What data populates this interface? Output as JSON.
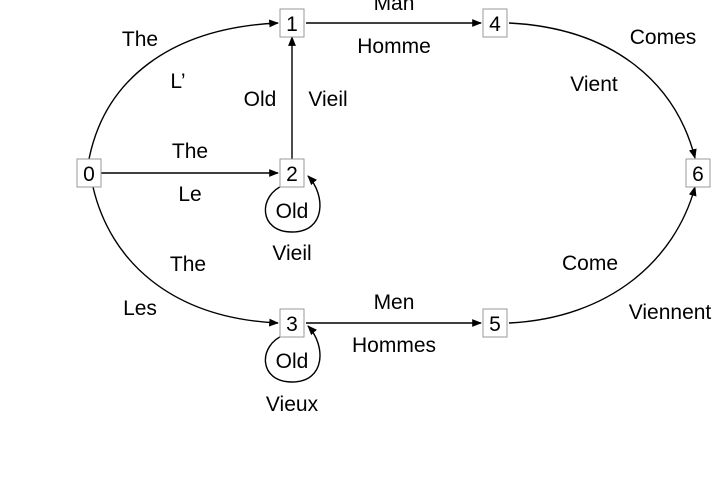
{
  "nodes": {
    "n0": "0",
    "n1": "1",
    "n2": "2",
    "n3": "3",
    "n4": "4",
    "n5": "5",
    "n6": "6"
  },
  "edges": {
    "e0_1": {
      "en": "The",
      "fr": "L’"
    },
    "e0_2": {
      "en": "The",
      "fr": "Le"
    },
    "e0_3": {
      "en": "The",
      "fr": "Les"
    },
    "e2_1": {
      "en": "Old",
      "fr": "Vieil"
    },
    "e2_2": {
      "en": "Old",
      "fr": "Vieil"
    },
    "e3_3": {
      "en": "Old",
      "fr": "Vieux"
    },
    "e1_4": {
      "en": "Man",
      "fr": "Homme"
    },
    "e3_5": {
      "en": "Men",
      "fr": "Hommes"
    },
    "e4_6": {
      "en": "Comes",
      "fr": "Vient"
    },
    "e5_6": {
      "en": "Come",
      "fr": "Viennent"
    }
  },
  "colors": {
    "stroke": "#000000",
    "node_border": "#999999",
    "background": "#ffffff"
  }
}
